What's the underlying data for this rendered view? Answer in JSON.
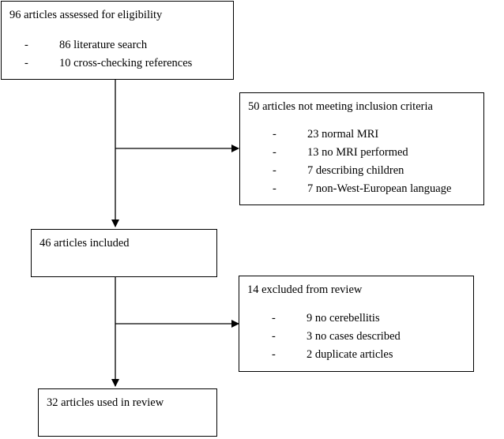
{
  "boxes": {
    "assessed": {
      "title": "96 articles assessed for eligibility",
      "items": [
        "86 literature search",
        "10 cross-checking references"
      ]
    },
    "not_meeting": {
      "title": "50 articles not meeting inclusion criteria",
      "items": [
        "23 normal MRI",
        "13 no MRI performed",
        "7 describing children",
        "7 non-West-European language"
      ]
    },
    "included": {
      "title": "46 articles included"
    },
    "excluded": {
      "title": "14 excluded from review",
      "items": [
        "9 no cerebellitis",
        "3 no cases described",
        "2 duplicate articles"
      ]
    },
    "used": {
      "title": "32 articles used in review"
    }
  },
  "bullet": "-"
}
